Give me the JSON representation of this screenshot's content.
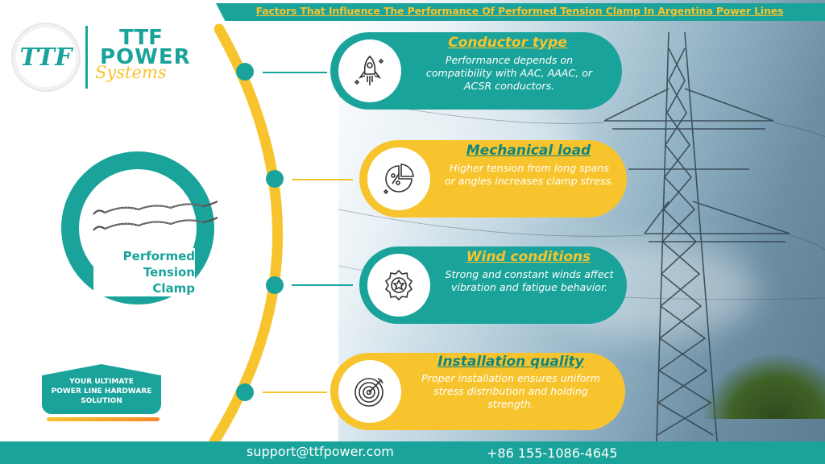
{
  "title": "Factors That Influence The Performance Of Performed Tension Clamp In Argentina Power Lines",
  "brand": {
    "mark": "TTF",
    "line1": "TTF",
    "line2": "POWER",
    "line3": "Systems"
  },
  "product": {
    "label_line1": "Performed",
    "label_line2": "Tension",
    "label_line3": "Clamp"
  },
  "badge": {
    "line1": "YOUR ULTIMATE",
    "line2": "POWER LINE HARDWARE",
    "line3": "SOLUTION"
  },
  "factors": [
    {
      "title": "Conductor type",
      "text": "Performance depends on compatibility with AAC, AAAC, or ACSR conductors.",
      "icon": "rocket-icon"
    },
    {
      "title": "Mechanical load",
      "text": "Higher tension from long spans or angles increases clamp stress.",
      "icon": "pie-chart-percent-icon"
    },
    {
      "title": "Wind conditions",
      "text": "Strong and constant winds affect vibration and fatigue behavior.",
      "icon": "award-badge-icon"
    },
    {
      "title": "Installation quality",
      "text": "Proper installation ensures uniform stress distribution and holding strength.",
      "icon": "target-dart-icon"
    }
  ],
  "footer": {
    "email": "support@ttfpower.com",
    "phone": "+86 155-1086-4645"
  },
  "colors": {
    "teal": "#1aa39a",
    "yellow": "#f7c42d",
    "orange": "#f58a2b"
  }
}
